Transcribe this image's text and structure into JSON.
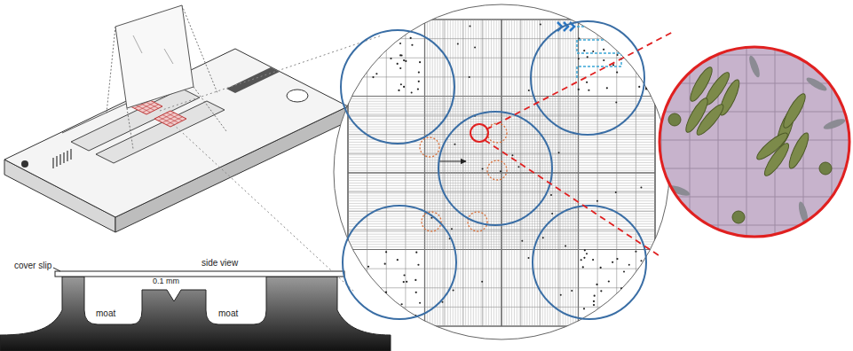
{
  "diagram": {
    "labels": [
      "side view",
      "cover slip",
      "0.1 mm",
      "moat",
      "moat"
    ]
  }
}
